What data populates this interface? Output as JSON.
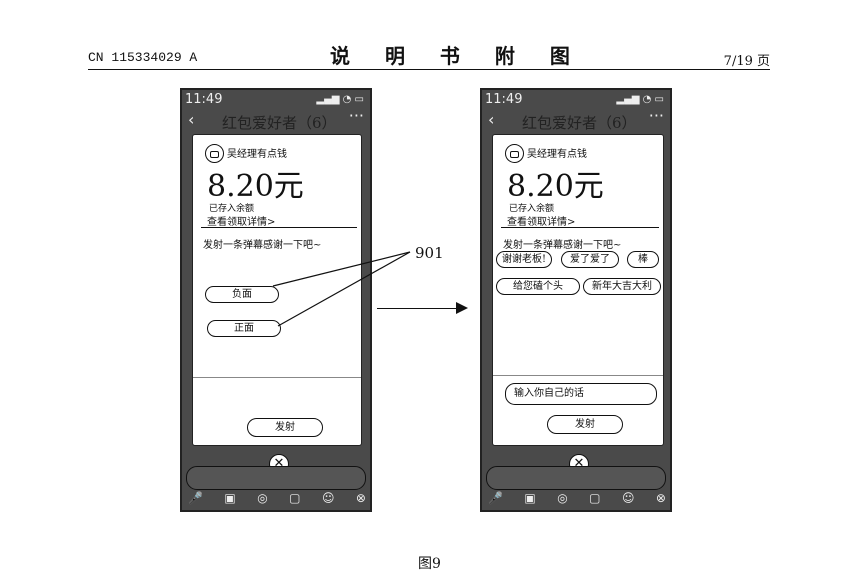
{
  "header": {
    "left": "CN 115334029 A",
    "center": "说 明 书 附 图",
    "right": "7/19 页"
  },
  "caption": "图9",
  "reference_numeral": "901",
  "phone_common": {
    "time": "11:49",
    "status_icons": "▂▄▆ ◔ ▭",
    "back": "‹",
    "title": "红包爱好者（6）",
    "more": "···",
    "sender": "吴经理有点钱",
    "amount": "8.20元",
    "saved": "已存入余额",
    "detail_link": "查看领取详情>",
    "send_label": "发射",
    "close_glyph": "✕",
    "tools": [
      "🎤",
      "▣",
      "◎",
      "▢",
      "☺",
      "⊗"
    ]
  },
  "phone1": {
    "prompt": "发射一条弹幕感谢一下吧~",
    "options": [
      "负面",
      "正面"
    ]
  },
  "phone2": {
    "prompt": "发射一条弹幕感谢一下吧~",
    "bubbles": [
      "谢谢老板!",
      "爱了爱了",
      "棒",
      "给您磕个头",
      "新年大吉大利"
    ],
    "input_placeholder": "输入你自己的话"
  }
}
